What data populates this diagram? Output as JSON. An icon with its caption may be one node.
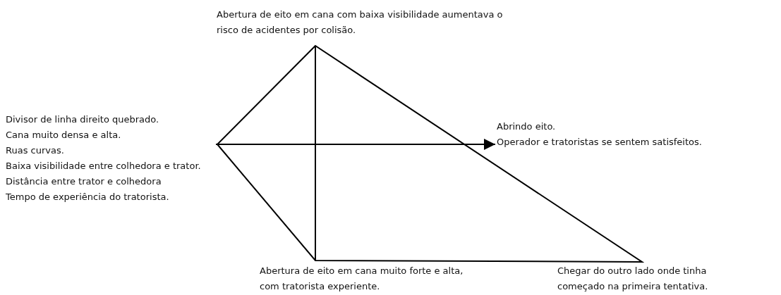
{
  "diagram": {
    "nodes": [
      {
        "text": [
          "Abertura de eito em cana com baixa visibilidade aumentava o risco de acidentes por colisão."
        ]
      },
      {
        "text": [
          "Divisor de linha direito quebrado.",
          "Cana muito densa e alta.",
          "Ruas curvas.",
          "Baixa visibilidade entre colhedora e trator.",
          "Distância entre trator e colhedora",
          "Tempo de experiência do tratorista."
        ]
      },
      {
        "text": [
          "Abrindo eito.",
          "Operador e tratoristas se sentem satisfeitos."
        ]
      },
      {
        "text": [
          "Abertura de eito em cana muito forte e alta, com tratorista experiente."
        ]
      },
      {
        "text": [
          "Chegar do outro lado onde tinha começado na primeira tentativa."
        ]
      }
    ],
    "edges": [
      {
        "from": 1,
        "to": 2,
        "arrow": "to"
      }
    ]
  }
}
